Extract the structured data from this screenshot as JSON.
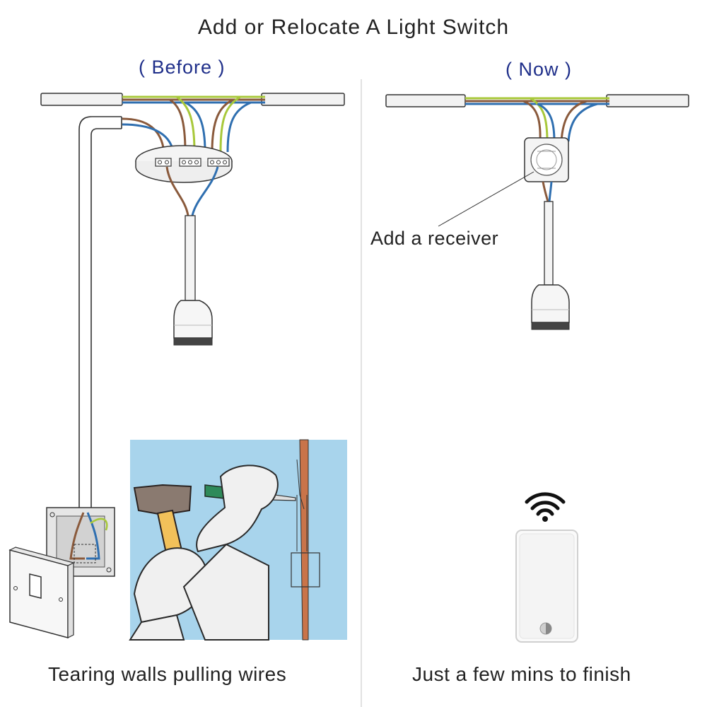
{
  "title": "Add or Relocate A Light Switch",
  "before": {
    "heading": "( Before )",
    "caption": "Tearing walls pulling wires"
  },
  "now": {
    "heading": "( Now )",
    "receiver_label": "Add a receiver",
    "caption": "Just a few mins to finish"
  },
  "colors": {
    "heading_blue": "#1f2f8a",
    "wire_brown": "#8a5a3c",
    "wire_blue": "#2f6fb0",
    "wire_green_yellow": "#a8c83a",
    "wall_blue": "#a8d4ec"
  },
  "icons": [
    "wifi-icon",
    "hammer-icon",
    "chisel-icon",
    "light-switch-icon",
    "lamp-holder-icon",
    "ceiling-rose-icon",
    "receiver-icon",
    "remote-icon"
  ]
}
